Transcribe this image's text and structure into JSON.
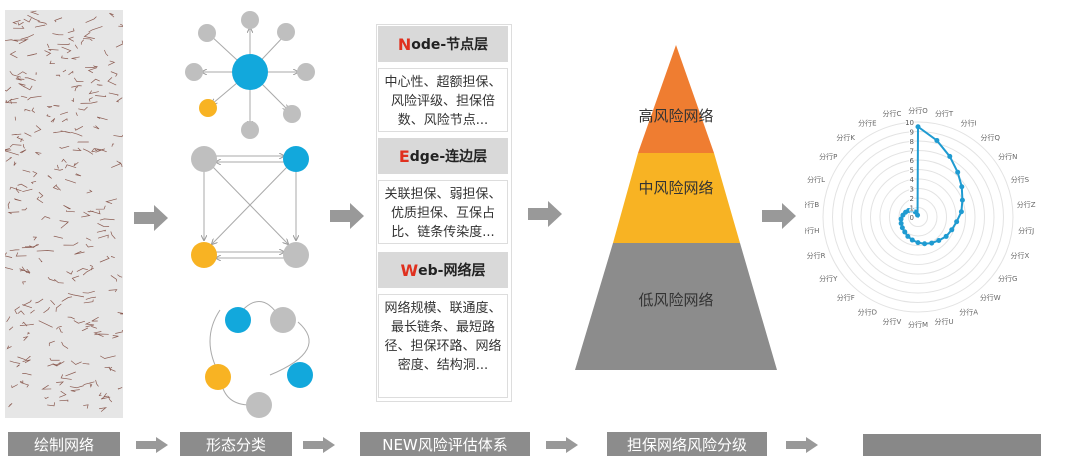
{
  "layers": [
    {
      "first": "N",
      "rest": "ode-节点层",
      "text": "中心性、超额担保、风险评级、担保倍数、风险节点..."
    },
    {
      "first": "E",
      "rest": "dge-连边层",
      "text": "关联担保、弱担保、优质担保、互保占比、链条传染度..."
    },
    {
      "first": "W",
      "rest": "eb-网络层",
      "text": "网络规模、联通度、最长链条、最短路径、担保环路、网络密度、结构洞..."
    }
  ],
  "pyramid": {
    "high": "高风险网络",
    "mid": "中风险网络",
    "low": "低风险网络",
    "colors": {
      "high": "#ef7d31",
      "mid": "#f8b323",
      "low": "#8c8c8c"
    }
  },
  "steps": [
    "绘制网络",
    "形态分类",
    "NEW风险评估体系",
    "担保网络风险分级"
  ],
  "chart_data": {
    "type": "radar",
    "axes": [
      "分行O",
      "分行T",
      "分行I",
      "分行Q",
      "分行N",
      "分行S",
      "分行Z",
      "分行J",
      "分行X",
      "分行G",
      "分行W",
      "分行A",
      "分行U",
      "分行M",
      "分行V",
      "分行D",
      "分行F",
      "分行Y",
      "分行R",
      "分行H",
      "分行B",
      "分行L",
      "分行P",
      "分行K",
      "分行E",
      "分行C"
    ],
    "values": [
      9.5,
      8.3,
      7.2,
      6.3,
      5.6,
      5.0,
      4.6,
      4.1,
      3.8,
      3.6,
      3.3,
      3.1,
      2.9,
      2.7,
      2.5,
      2.3,
      2.1,
      2.0,
      1.9,
      1.8,
      1.6,
      1.4,
      1.2,
      1.0,
      0.6,
      0.2
    ],
    "range": [
      0,
      10
    ],
    "ticks": [
      "0",
      "1",
      "2",
      "3",
      "4",
      "5",
      "6",
      "7",
      "8",
      "9",
      "10"
    ],
    "color": "#1f9bd1"
  }
}
